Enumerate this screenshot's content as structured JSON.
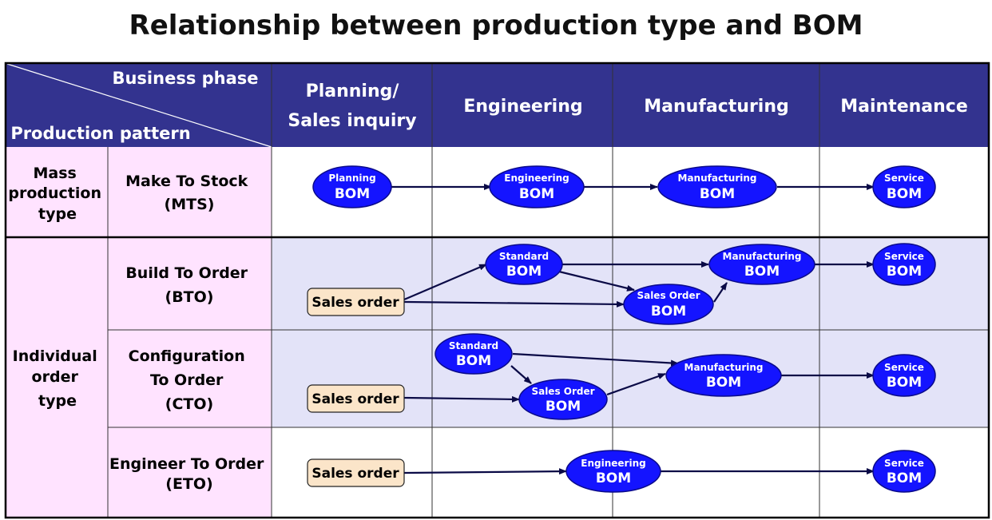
{
  "title": "Relationship between production type and BOM",
  "header": {
    "business_phase": "Business phase",
    "production_pattern": "Production  pattern",
    "phases": [
      {
        "line1": "Planning/",
        "line2": "Sales inquiry"
      },
      {
        "line1": "Engineering",
        "line2": ""
      },
      {
        "line1": "Manufacturing",
        "line2": ""
      },
      {
        "line1": "Maintenance",
        "line2": ""
      }
    ]
  },
  "groups": [
    {
      "lines": [
        "Mass",
        "production",
        "type"
      ]
    },
    {
      "lines": [
        "Individual",
        "order",
        "type"
      ]
    }
  ],
  "patterns": [
    {
      "lines": [
        "Make To Stock",
        "(MTS)"
      ]
    },
    {
      "lines": [
        "Build To Order",
        "(BTO)"
      ]
    },
    {
      "lines": [
        "Configuration",
        "To Order",
        "(CTO)"
      ]
    },
    {
      "lines": [
        "Engineer To Order",
        "(ETO)"
      ]
    }
  ],
  "nodes": {
    "mts_planning": {
      "top": "Planning",
      "bottom": "BOM"
    },
    "mts_engineering": {
      "top": "Engineering",
      "bottom": "BOM"
    },
    "mts_manufacturing": {
      "top": "Manufacturing",
      "bottom": "BOM"
    },
    "mts_service": {
      "top": "Service",
      "bottom": "BOM"
    },
    "bto_sales": {
      "label": "Sales order"
    },
    "bto_standard": {
      "top": "Standard",
      "bottom": "BOM"
    },
    "bto_salesorder": {
      "top": "Sales Order",
      "bottom": "BOM"
    },
    "bto_manufacturing": {
      "top": "Manufacturing",
      "bottom": "BOM"
    },
    "bto_service": {
      "top": "Service",
      "bottom": "BOM"
    },
    "cto_sales": {
      "label": "Sales order"
    },
    "cto_standard": {
      "top": "Standard",
      "bottom": "BOM"
    },
    "cto_salesorder": {
      "top": "Sales Order",
      "bottom": "BOM"
    },
    "cto_manufacturing": {
      "top": "Manufacturing",
      "bottom": "BOM"
    },
    "cto_service": {
      "top": "Service",
      "bottom": "BOM"
    },
    "eto_sales": {
      "label": "Sales order"
    },
    "eto_engineering": {
      "top": "Engineering",
      "bottom": "BOM"
    },
    "eto_service": {
      "top": "Service",
      "bottom": "BOM"
    }
  },
  "colors": {
    "header_bg": "#33338f",
    "left_bg": "#ffe3ff",
    "shaded_bg": "#e3e3f8",
    "node_fill": "#1414ff",
    "sales_fill": "#fbe5c9",
    "arrow": "#0a0a46"
  }
}
